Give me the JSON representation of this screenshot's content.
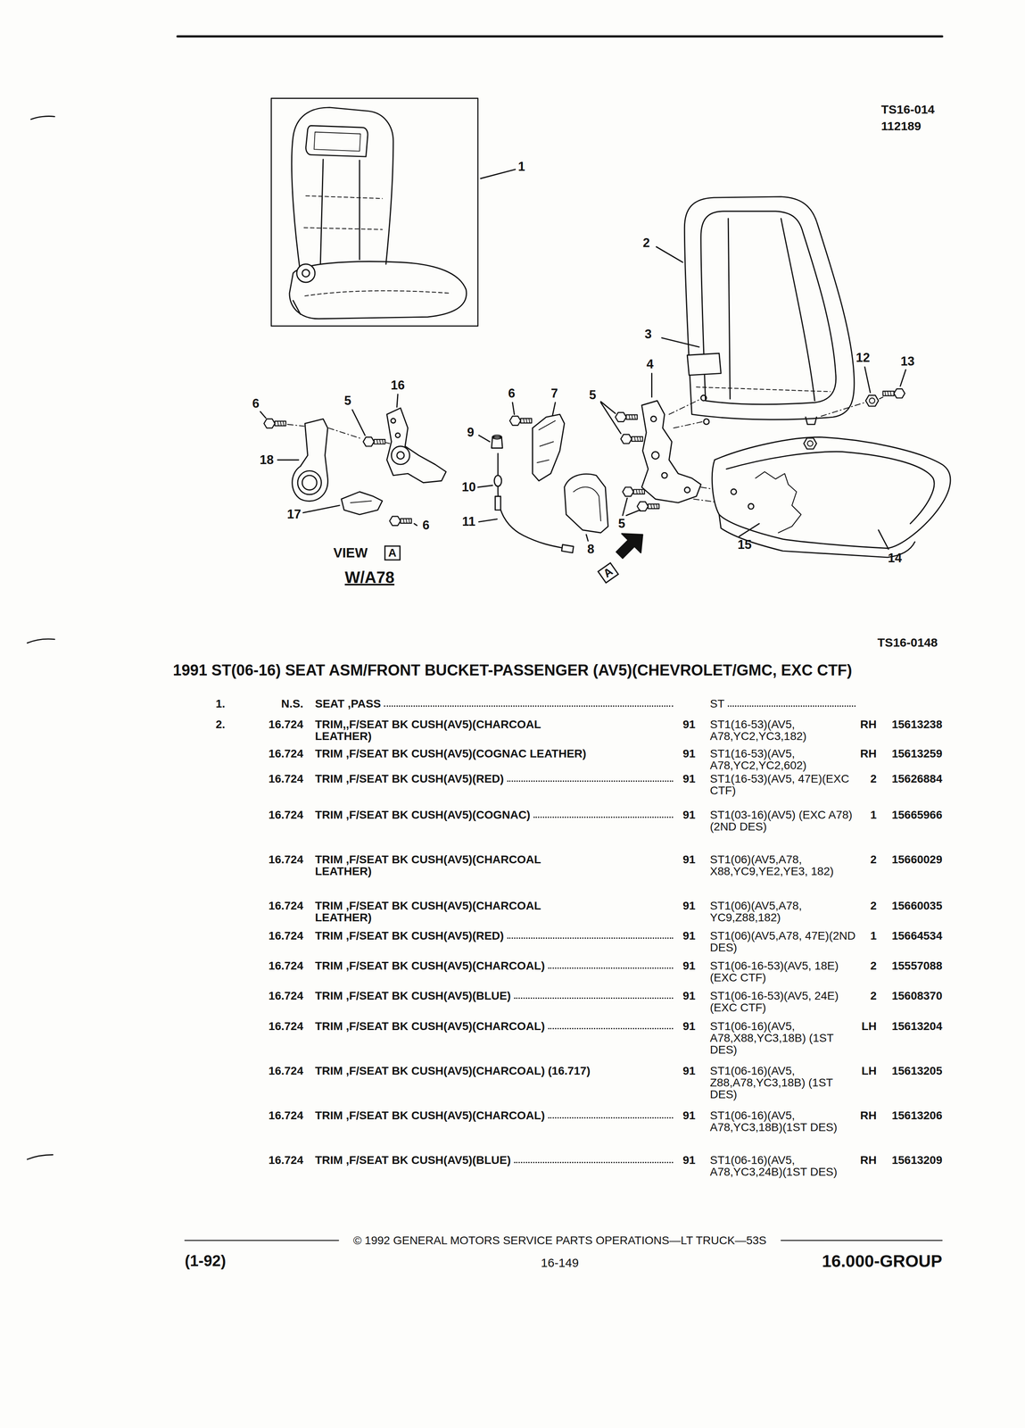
{
  "diagram": {
    "title": "1991 ST(06-16) SEAT ASM/FRONT BUCKET-PASSENGER (AV5)(CHEVROLET/GMC, EXC CTF)",
    "nodes": [
      {
        "text": [
          "A"
        ]
      },
      {
        "text": [
          "A"
        ]
      }
    ],
    "labels": [
      "TS16-014",
      "112189",
      "1",
      "2",
      "3",
      "4",
      "12",
      "13",
      "16",
      "6",
      "5",
      "6",
      "7",
      "5",
      "9",
      "18",
      "10",
      "17",
      "6",
      "11",
      "8",
      "5",
      "15",
      "14",
      "VIEW",
      "W/A78",
      "TS16-0148",
      "1.",
      "N.S.",
      "SEAT ,PASS",
      "ST",
      "2.",
      "16.724",
      "TRIM,,F/SEAT BK CUSH(AV5)(CHARCOAL LEATHER)",
      "91",
      "ST1(16-53)(AV5, A78,YC2,YC3,182)",
      "RH",
      "15613238",
      "16.724",
      "TRIM ,F/SEAT BK CUSH(AV5)(COGNAC LEATHER)",
      "91",
      "ST1(16-53)(AV5, A78,YC2,YC2,602)",
      "RH",
      "15613259",
      "16.724",
      "TRIM ,F/SEAT BK CUSH(AV5)(RED)",
      "91",
      "ST1(16-53)(AV5, 47E)(EXC CTF)",
      "2",
      "15626884",
      "16.724",
      "TRIM ,F/SEAT BK CUSH(AV5)(COGNAC)",
      "91",
      "ST1(03-16)(AV5) (EXC A78)(2ND DES)",
      "1",
      "15665966",
      "16.724",
      "TRIM ,F/SEAT BK CUSH(AV5)(CHARCOAL LEATHER)",
      "91",
      "ST1(06)(AV5,A78, X88,YC9,YE2,YE3, 182)",
      "2",
      "15660029",
      "16.724",
      "TRIM ,F/SEAT BK CUSH(AV5)(CHARCOAL LEATHER)",
      "91",
      "ST1(06)(AV5,A78, YC9,Z88,182)",
      "2",
      "15660035",
      "16.724",
      "TRIM ,F/SEAT BK CUSH(AV5)(RED)",
      "91",
      "ST1(06)(AV5,A78, 47E)(2ND DES)",
      "1",
      "15664534",
      "16.724",
      "TRIM ,F/SEAT BK CUSH(AV5)(CHARCOAL)",
      "91",
      "ST1(06-16-53)(AV5, 18E)(EXC CTF)",
      "2",
      "15557088",
      "16.724",
      "TRIM ,F/SEAT BK CUSH(AV5)(BLUE)",
      "91",
      "ST1(06-16-53)(AV5, 24E)(EXC CTF)",
      "2",
      "15608370",
      "16.724",
      "TRIM ,F/SEAT BK CUSH(AV5)(CHARCOAL)",
      "91",
      "ST1(06-16)(AV5, A78,X88,YC3,18B) (1ST DES)",
      "LH",
      "15613204",
      "16.724",
      "TRIM ,F/SEAT BK CUSH(AV5)(CHARCOAL) (16.717)",
      "91",
      "ST1(06-16)(AV5, Z88,A78,YC3,18B) (1ST DES)",
      "LH",
      "15613205",
      "16.724",
      "TRIM ,F/SEAT BK CUSH(AV5)(CHARCOAL)",
      "91",
      "ST1(06-16)(AV5, A78,YC3,18B)(1ST DES)",
      "RH",
      "15613206",
      "16.724",
      "TRIM ,F/SEAT BK CUSH(AV5)(BLUE)",
      "91",
      "ST1(06-16)(AV5, A78,YC3,24B)(1ST DES)",
      "RH",
      "15613209",
      "© 1992 GENERAL MOTORS SERVICE PARTS OPERATIONS—LT TRUCK—53S",
      "(1-92)",
      "16-149",
      "16.000-GROUP"
    ]
  }
}
